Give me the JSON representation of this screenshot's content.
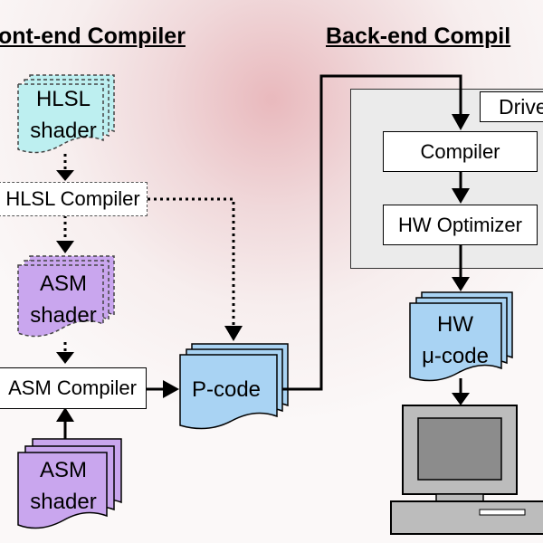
{
  "frontend": {
    "title": "ont-end Compiler"
  },
  "backend": {
    "title": "Back-end Compil",
    "driver_label": "Drive",
    "compiler_label": "Compiler",
    "optimizer_label": "HW Optimizer"
  },
  "docs": {
    "hlsl": [
      "HLSL",
      "shader"
    ],
    "asm_top": [
      "ASM",
      "shader"
    ],
    "asm_bottom": [
      "ASM",
      "shader"
    ],
    "pcode": "P-code",
    "hwcode": [
      "HW",
      "μ-code"
    ]
  },
  "boxes": {
    "hlsl_compiler": "HLSL Compiler",
    "asm_compiler": "ASM Compiler"
  },
  "colors": {
    "hlsl_fill": "#bdeff0",
    "asm_fill": "#c9a6ee",
    "pcode_fill": "#a9d3f3",
    "hwcode_fill": "#a9d3f3",
    "monitor_fill": "#8c8c8c",
    "driver_panel": "#ebebeb"
  },
  "icons": {
    "computer": "computer-icon"
  }
}
